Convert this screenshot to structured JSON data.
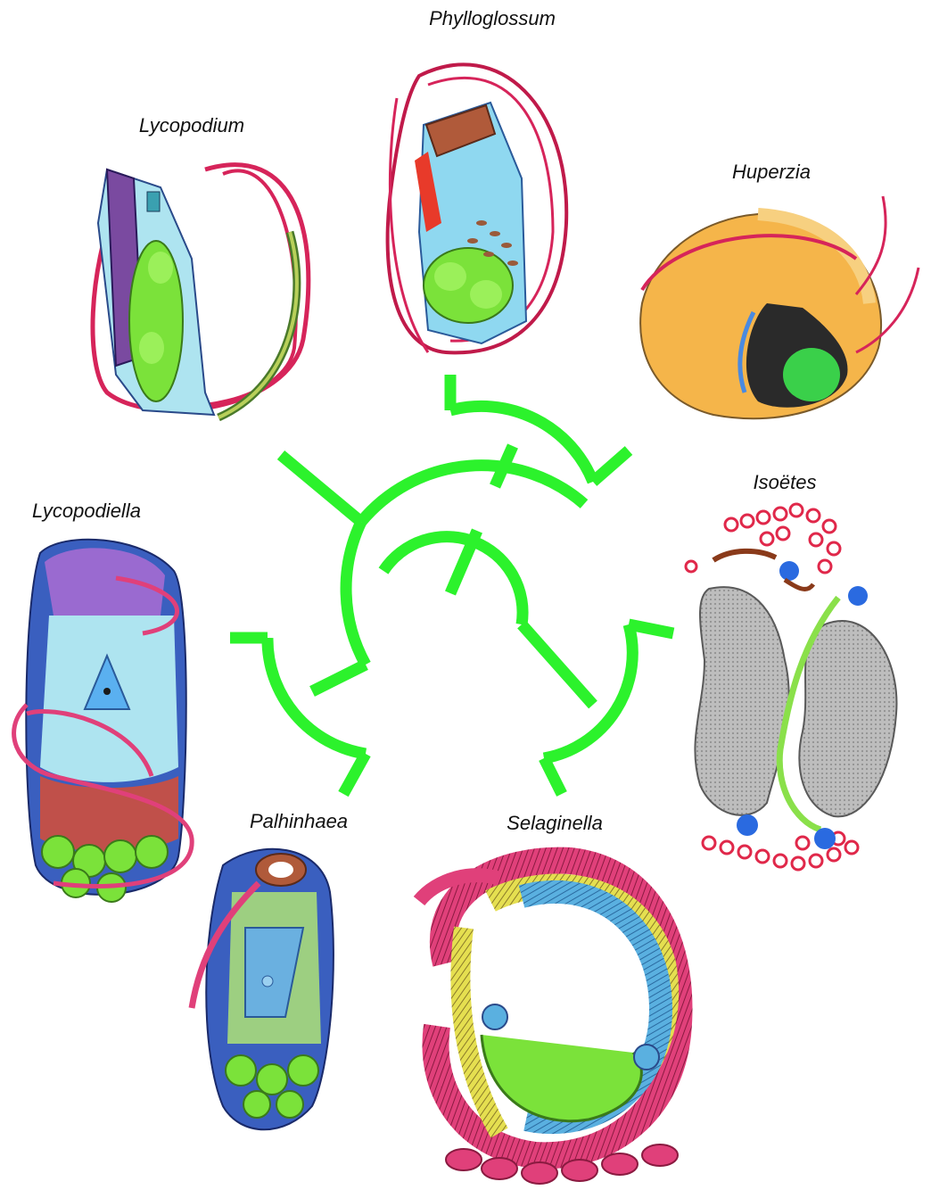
{
  "taxa": {
    "phylloglossum": "Phylloglossum",
    "lycopodium": "Lycopodium",
    "huperzia": "Huperzia",
    "isoetes": "Isoëtes",
    "lycopodiella": "Lycopodiella",
    "palhinhaea": "Palhinhaea",
    "selaginella": "Selaginella"
  },
  "colors": {
    "tree": "#2cf22c",
    "flagella": "#d6245a",
    "nucleus": "#8fd8f0",
    "chloroplast": "#66e13a",
    "mitochondria": "#c0504a",
    "body_outline": "#3a5fbf",
    "huperzia_body": "#f5b54a",
    "isoetes_cytoplasm": "#b9b9b9"
  }
}
